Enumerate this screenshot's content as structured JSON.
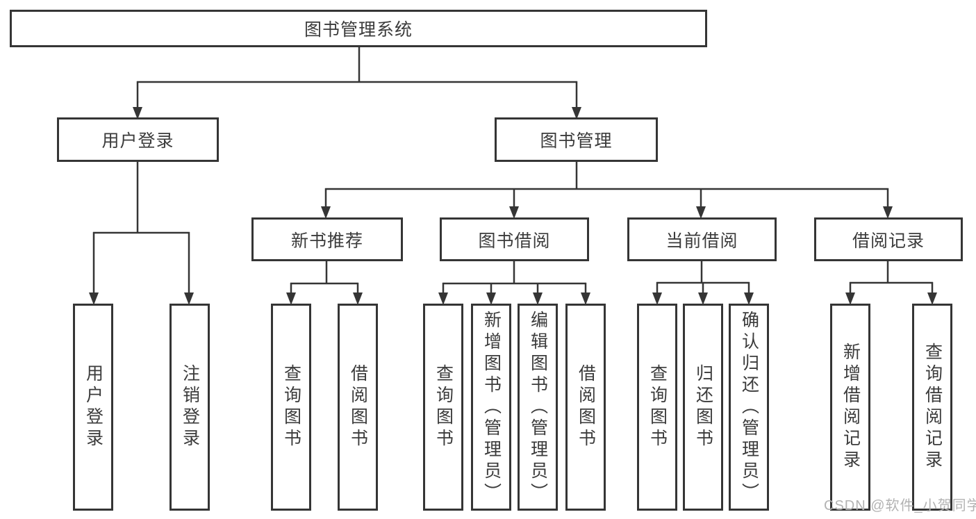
{
  "diagram": {
    "root": {
      "label": "图书管理系统"
    },
    "branches": [
      {
        "label": "用户登录",
        "children": [
          {
            "label": "用户登录"
          },
          {
            "label": "注销登录"
          }
        ]
      },
      {
        "label": "图书管理",
        "children": [
          {
            "label": "新书推荐",
            "children": [
              {
                "label": "查询图书"
              },
              {
                "label": "借阅图书"
              }
            ]
          },
          {
            "label": "图书借阅",
            "children": [
              {
                "label": "查询图书"
              },
              {
                "label": "新增图书（管理员）"
              },
              {
                "label": "编辑图书（管理员）"
              },
              {
                "label": "借阅图书"
              }
            ]
          },
          {
            "label": "当前借阅",
            "children": [
              {
                "label": "查询图书"
              },
              {
                "label": "归还图书"
              },
              {
                "label": "确认归还（管理员）"
              }
            ]
          },
          {
            "label": "借阅记录",
            "children": [
              {
                "label": "新增借阅记录"
              },
              {
                "label": "查询借阅记录"
              }
            ]
          }
        ]
      }
    ]
  },
  "watermark": {
    "text": "CSDN @软件_小贺同学"
  },
  "colors": {
    "line": "#353535",
    "text": "#3b3b3b",
    "watermark": "#b3b3b3"
  }
}
